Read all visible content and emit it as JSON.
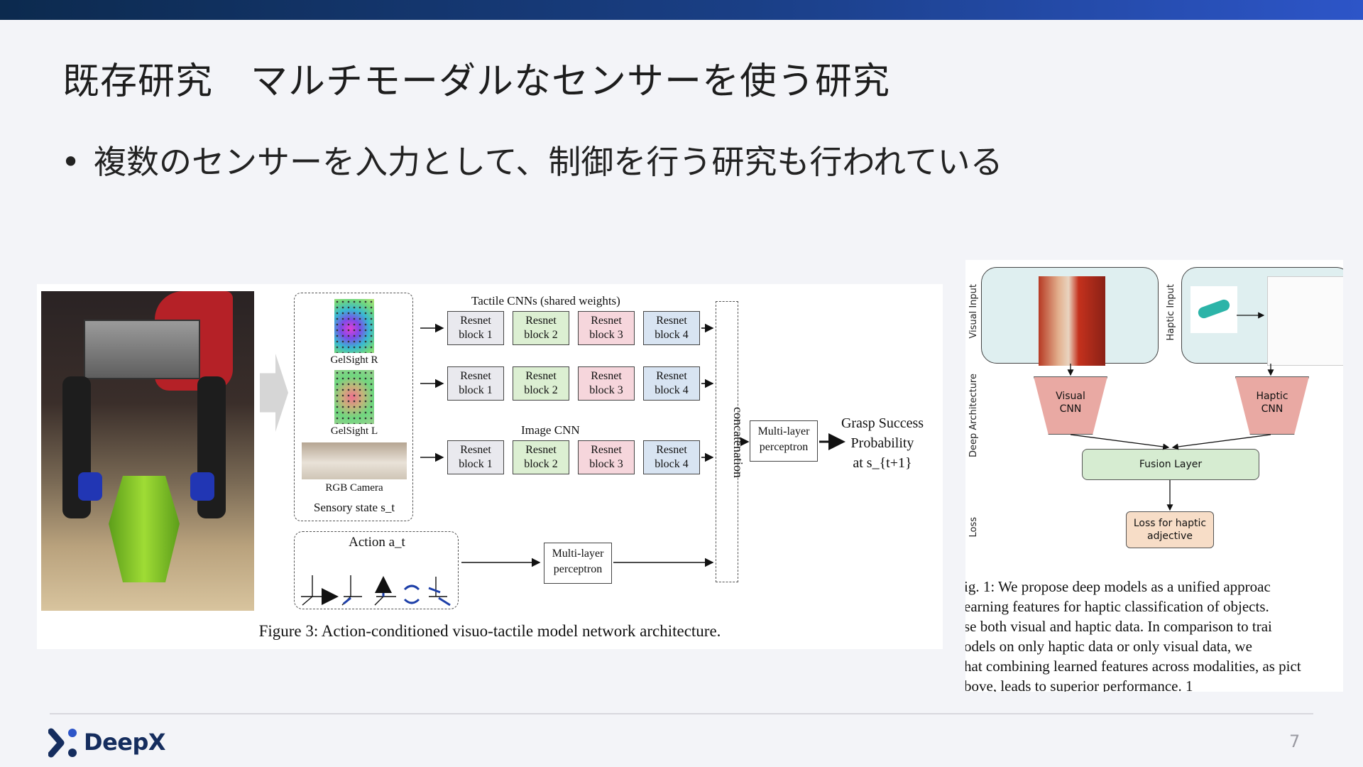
{
  "slide": {
    "title": "既存研究　マルチモーダルなセンサーを使う研究",
    "bullet_marker": "•",
    "bullet": "複数のセンサーを入力として、制御を行う研究も行われている",
    "page_number": "7",
    "logo_text": "DeepX"
  },
  "figure_left": {
    "sensors": {
      "gelsight_r": "GelSight R",
      "gelsight_l": "GelSight L",
      "rgb": "RGB Camera",
      "sensory_state": "Sensory state s_t"
    },
    "tactile_title": "Tactile CNNs (shared weights)",
    "image_title": "Image CNN",
    "block_word": "Resnet",
    "blocks": [
      "block 1",
      "block 2",
      "block 3",
      "block 4"
    ],
    "concatenation": "concatenation",
    "mlp": [
      "Multi-layer",
      "perceptron"
    ],
    "grasp": [
      "Grasp Success",
      "Probability",
      "at s_{t+1}"
    ],
    "action": "Action a_t",
    "caption": "Figure 3: Action-conditioned visuo-tactile model network architecture."
  },
  "figure_right": {
    "side_labels": {
      "visual_input": "Visual Input",
      "haptic_input": "Haptic Input",
      "deep_architecture": "Deep Architecture",
      "loss": "Loss"
    },
    "visual_cnn": [
      "Visual",
      "CNN"
    ],
    "haptic_cnn": [
      "Haptic",
      "CNN"
    ],
    "fusion": "Fusion Layer",
    "loss_box": [
      "Loss for haptic",
      "adjective"
    ],
    "caption_lines": [
      "ig. 1: We propose deep models as a unified approac",
      "earning features for haptic classification of objects.",
      "se both visual and haptic data. In comparison to trai",
      "odels on only haptic data or only visual data, we",
      "hat combining learned features across modalities, as pict",
      "bove, leads to superior performance. 1"
    ]
  }
}
